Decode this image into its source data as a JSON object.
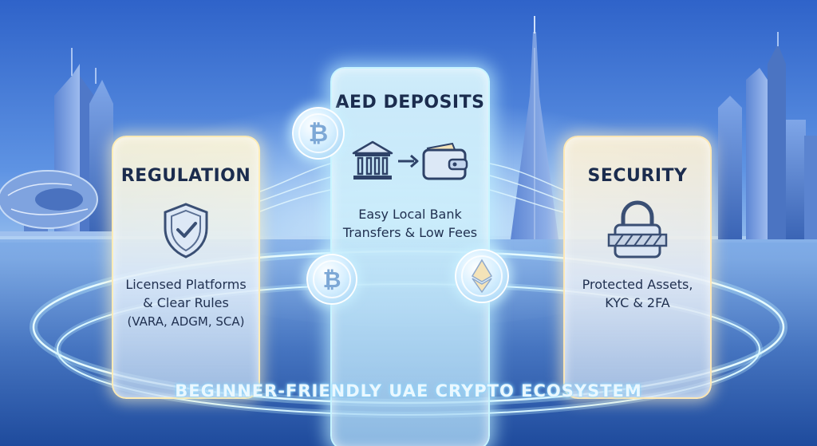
{
  "cards": {
    "regulation": {
      "title": "REGULATION",
      "lines": [
        "Licensed Platforms",
        "& Clear Rules",
        "(VARA, ADGM, SCA)"
      ],
      "icon": "shield-check-icon"
    },
    "deposits": {
      "title": "AED DEPOSITS",
      "lines": [
        "Easy Local Bank",
        "Transfers & Low Fees"
      ],
      "icon": "bank-to-wallet-icon"
    },
    "security": {
      "title": "SECURITY",
      "lines": [
        "Protected Assets,",
        "KYC & 2FA"
      ],
      "icon": "padlock-icon"
    }
  },
  "coins": [
    "bitcoin-coin-icon",
    "bitcoin-coin-icon",
    "ethereum-coin-icon"
  ],
  "tagline": "BEGINNER-FRIENDLY UAE CRYPTO ECOSYSTEM",
  "colors": {
    "sky_top": "#2f63c9",
    "glow": "#bff0ff",
    "title_text": "#1b2c4e",
    "accent_gold": "#ffe9b4"
  }
}
